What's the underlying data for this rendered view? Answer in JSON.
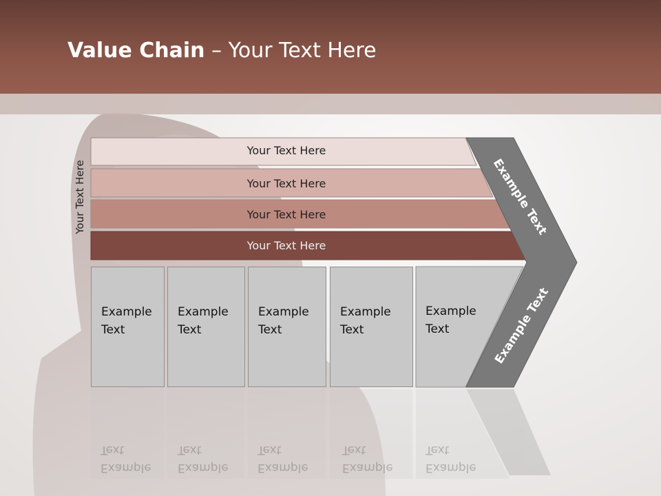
{
  "slide": {
    "title_bold": "Value Chain",
    "title_rest": " – Your Text Here"
  },
  "side_label": "Your Text Here",
  "rows": [
    {
      "label": "Your Text Here",
      "fill": "#ecdcd9",
      "text_color": "#222222"
    },
    {
      "label": "Your Text Here",
      "fill": "#d5b0a9",
      "text_color": "#222222"
    },
    {
      "label": "Your Text Here",
      "fill": "#bd8a80",
      "text_color": "#222222"
    },
    {
      "label": "Your Text Here",
      "fill": "#7e4a42",
      "text_color": "#eeeeee"
    }
  ],
  "boxes": [
    {
      "text": "Example\nText"
    },
    {
      "text": "Example\nText"
    },
    {
      "text": "Example\nText"
    },
    {
      "text": "Example\nText"
    },
    {
      "text": "Example\nText"
    }
  ],
  "chevron": {
    "upper_text": "Example Text",
    "lower_text": "Example Text",
    "fill": "#7a7a7a"
  }
}
